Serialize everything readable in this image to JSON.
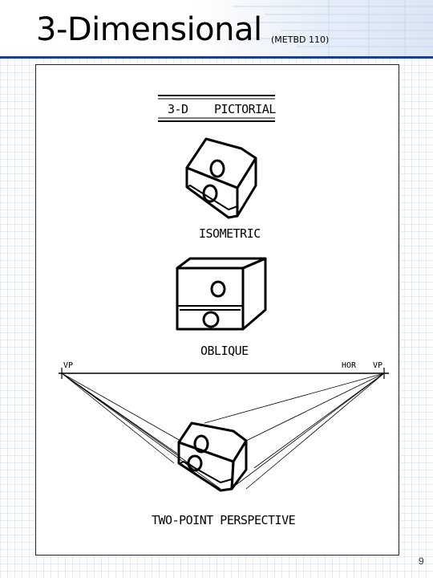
{
  "slide": {
    "title": "3-Dimensional",
    "subtitle": "(METBD 110)",
    "page_number": "9",
    "accent_color": "#1c3f95"
  },
  "figure": {
    "heading_left": "3-D",
    "heading_right": "PICTORIAL",
    "label_isometric": "ISOMETRIC",
    "label_oblique": "OBLIQUE",
    "label_perspective": "TWO-POINT PERSPECTIVE",
    "label_vp_left": "VP",
    "label_hor": "HOR",
    "label_vp_right": "VP"
  }
}
